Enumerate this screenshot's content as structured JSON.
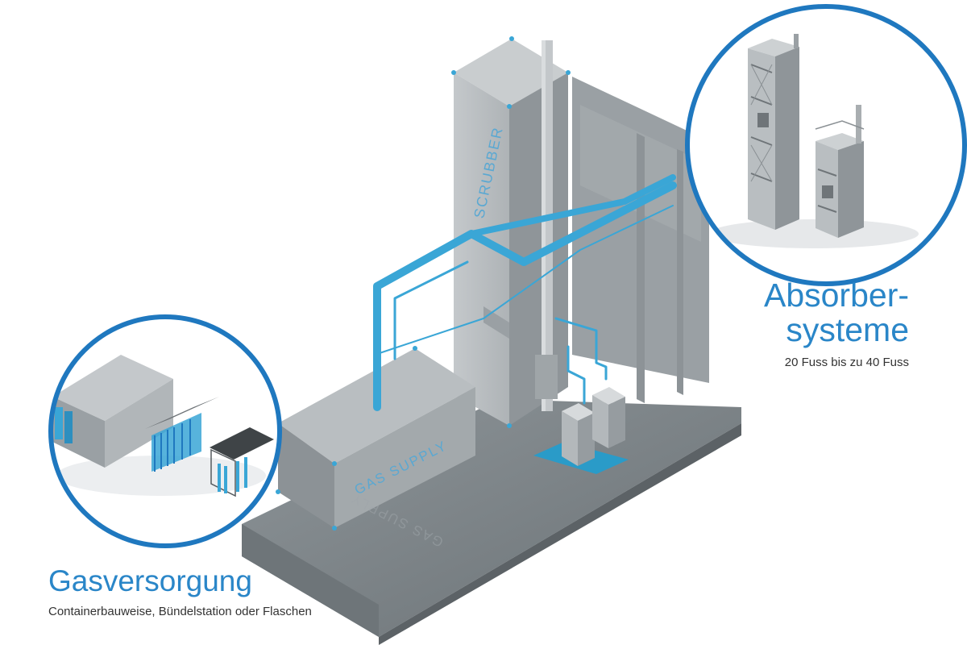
{
  "plant": {
    "scrubber_label": "SCRUBBER",
    "gas_supply_label": "GAS SUPPLY",
    "gas_supply_reflection": "GAS SUPPLY"
  },
  "absorber": {
    "title_line1": "Absorber-",
    "title_line2": "systeme",
    "subtitle": "20 Fuss bis zu 40 Fuss"
  },
  "gas": {
    "title": "Gasversorgung",
    "subtitle": "Containerbauweise, Bündelstation oder Flaschen"
  },
  "colors": {
    "accent": "#2a86c8",
    "circle_border": "#1f78bf",
    "pipe": "#3aa6d6",
    "tower": "#b7bcc0",
    "floor": "#7b8286",
    "text": "#333333"
  }
}
